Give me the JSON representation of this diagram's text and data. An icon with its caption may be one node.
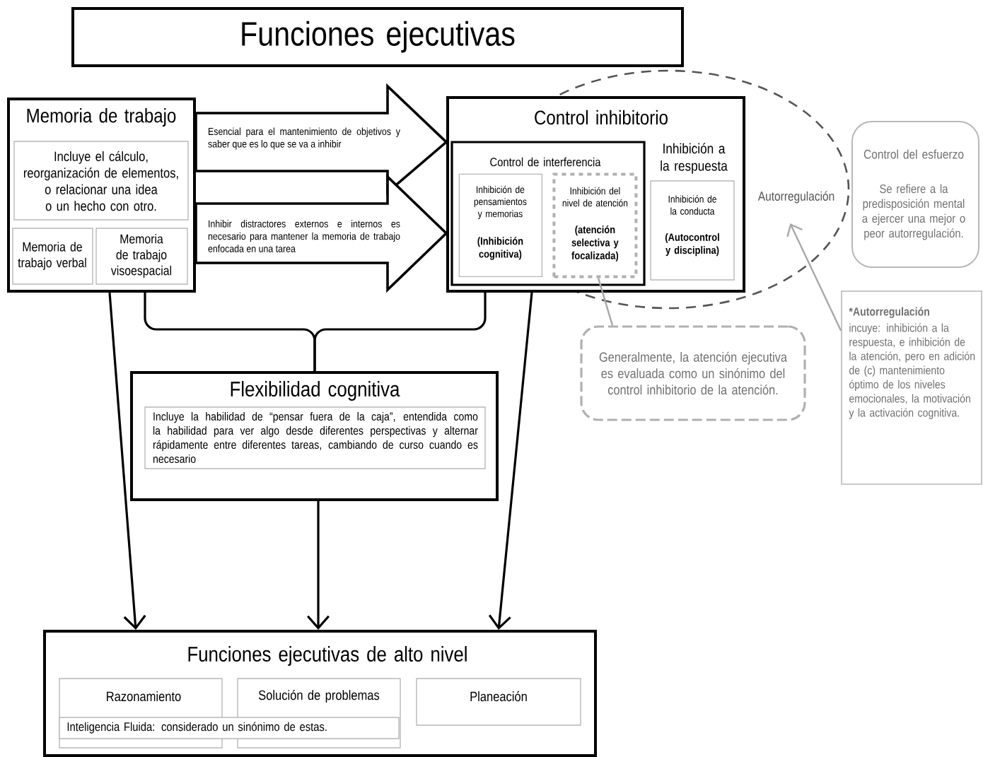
{
  "diagram": {
    "nodes": [
      {
        "text": [
          "Funciones ejecutivas"
        ]
      },
      {
        "text": [
          "Memoria de trabajo"
        ]
      },
      {
        "text": [
          "Incluye el cálculo, reorganización de elementos, o relacionar una idea o un hecho con otro."
        ],
        "in": 1
      },
      {
        "text": [
          "Memoria de trabajo verbal"
        ],
        "in": 1
      },
      {
        "text": [
          "Memoria de trabajo visoespacial"
        ],
        "in": 1
      },
      {
        "text": [
          "Control inhibitorio"
        ]
      },
      {
        "text": [
          "Control de interferencia"
        ],
        "in": 5
      },
      {
        "text": [
          "Inhibición de pensamientos y memorias",
          "(Inhibición cognitiva)"
        ],
        "in": 6
      },
      {
        "text": [
          "Inhibición del nivel de atención",
          "(atención selectiva y focalizada)"
        ],
        "in": 6
      },
      {
        "text": [
          "Inhibición a la respuesta"
        ],
        "in": 5
      },
      {
        "text": [
          "Inhibición de la conducta",
          "(Autocontrol y disciplina)"
        ],
        "in": 5
      },
      {
        "text": [
          "Autorregulación"
        ]
      },
      {
        "text": [
          "Control del esfuerzo",
          "Se refiere a la predisposición mental a ejercer una mejor o peor autorregulación."
        ]
      },
      {
        "text": [
          "Generalmente, la atención ejecutiva es evaluada como un sinónimo del control inhibitorio de la atención."
        ]
      },
      {
        "text": [
          "*Autorregulación",
          "incuye: inhibición a la respuesta, e inhibición de la atención, pero en adición de (c) mantenimiento óptimo de los niveles emocionales, la motivación y la activación cognitiva."
        ]
      },
      {
        "text": [
          "Flexibilidad cognitiva"
        ]
      },
      {
        "text": [
          "Incluye la habilidad de “pensar fuera de la caja”, entendida como la habilidad para ver algo desde diferentes perspectivas y alternar rápidamente entre diferentes tareas, cambiando de curso cuando es necesario"
        ],
        "in": 15
      },
      {
        "text": [
          "Funciones ejecutivas de alto nivel"
        ]
      },
      {
        "text": [
          "Razonamiento"
        ],
        "in": 17
      },
      {
        "text": [
          "Solución de problemas"
        ],
        "in": 17
      },
      {
        "text": [
          "Planeación"
        ],
        "in": 17
      },
      {
        "text": [
          "Inteligencia Fluida: considerado un sinónimo de estas."
        ],
        "in": 17
      }
    ],
    "edges": [
      {
        "from": 1,
        "to": 5,
        "arrow": "to",
        "label": "Esencial para el mantenimiento de objetivos y saber que es lo que se va a inhibir"
      },
      {
        "from": 1,
        "to": 5,
        "arrow": "to",
        "label": "Inhibir distractores externos e internos es necesario para mantener la memoria de trabajo enfocada en una tarea"
      },
      {
        "from": 1,
        "to": 15,
        "arrow": "none"
      },
      {
        "from": 5,
        "to": 15,
        "arrow": "none"
      },
      {
        "from": 1,
        "to": 17,
        "arrow": "to"
      },
      {
        "from": 15,
        "to": 17,
        "arrow": "to"
      },
      {
        "from": 5,
        "to": 17,
        "arrow": "to"
      },
      {
        "from": 13,
        "to": 8,
        "arrow": "none",
        "color": "#a8a8a8"
      },
      {
        "from": 14,
        "to": 11,
        "arrow": "to",
        "color": "#a8a8a8"
      }
    ]
  }
}
